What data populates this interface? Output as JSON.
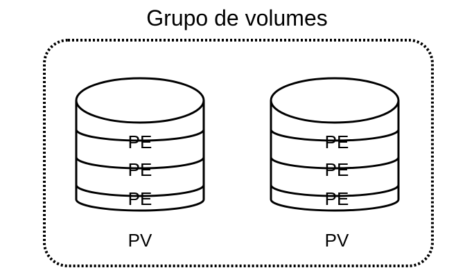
{
  "title": "Grupo de volumes",
  "volumes": [
    {
      "extents": [
        "PE",
        "PE",
        "PE"
      ],
      "label": "PV"
    },
    {
      "extents": [
        "PE",
        "PE",
        "PE"
      ],
      "label": "PV"
    }
  ],
  "colors": {
    "stroke": "#000000",
    "background": "#ffffff"
  }
}
